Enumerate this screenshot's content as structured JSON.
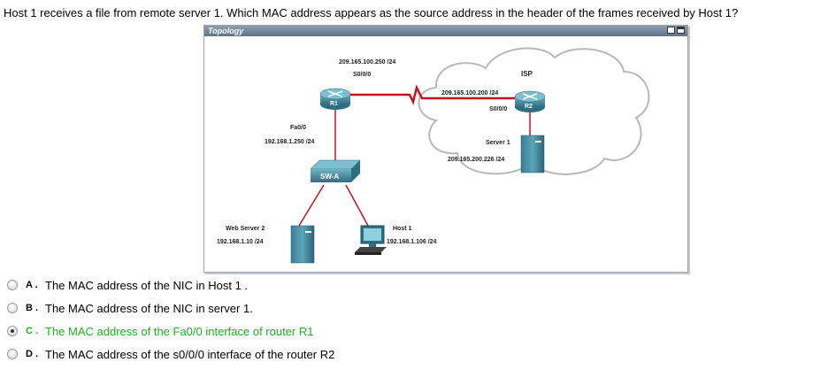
{
  "question": "Host 1 receives a file from remote server 1. Which MAC address appears as the source address in the header of the frames received by Host 1?",
  "topology": {
    "title": "Topology",
    "labels": {
      "r1_wan_ip": "209.165.100.250 /24",
      "r1_serial": "S0/0/0",
      "r1_name": "R1",
      "r1_fa": "Fa0/0",
      "r1_lan_ip": "192.168.1.250 /24",
      "isp": "ISP",
      "r2_wan_ip": "209.165.100.200 /24",
      "r2_serial": "S0/0/0",
      "r2_name": "R2",
      "server1_name": "Server 1",
      "server1_ip": "209.165.200.226 /24",
      "switch_name": "SW-A",
      "web_server_name": "Web Server 2",
      "web_server_ip": "192.168.1.10 /24",
      "host1_name": "Host 1",
      "host1_ip": "192.168.1.106 /24"
    }
  },
  "options": [
    {
      "letter": "A .",
      "text": "The MAC address of the NIC in Host 1 .",
      "selected": false,
      "correct": false
    },
    {
      "letter": "B .",
      "text": "The MAC address of the NIC in server 1.",
      "selected": false,
      "correct": false
    },
    {
      "letter": "C .",
      "text": "The MAC address of the Fa0/0 interface of router R1",
      "selected": true,
      "correct": true
    },
    {
      "letter": "D .",
      "text": "The MAC address of the s0/0/0 interface of the router R2",
      "selected": false,
      "correct": false
    }
  ],
  "colors": {
    "correct": "#20b020",
    "serial_link": "#c0141e",
    "ethernet_link": "#c0141e",
    "device": "#3f8a9e"
  }
}
